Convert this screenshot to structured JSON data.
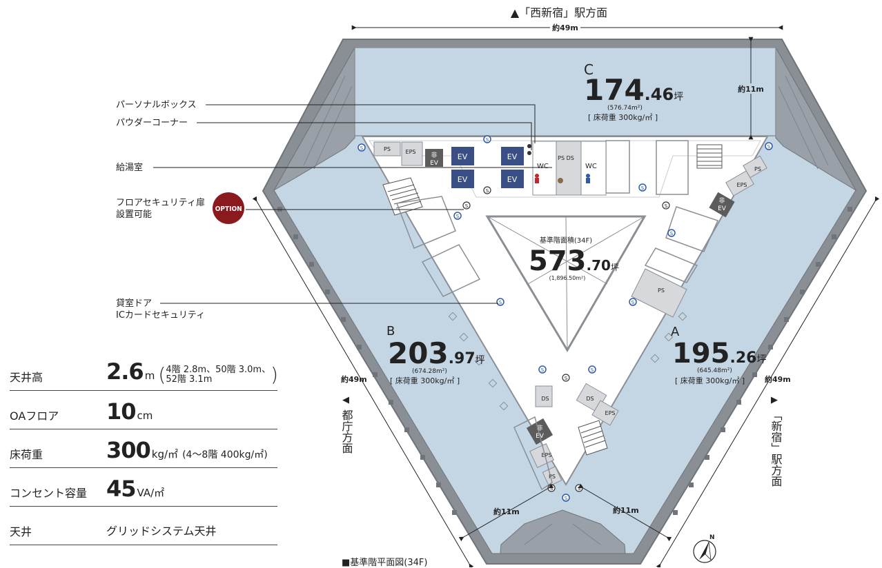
{
  "directions": {
    "top": "▲「西新宿」駅方面",
    "left_arrow": "◀",
    "left": "都庁方面",
    "right_arrow": "▶",
    "right": "「新宿」駅方面"
  },
  "dimensions": {
    "top_width": "約49m",
    "left_width": "約49m",
    "right_width": "約49m",
    "c_depth": "約11m",
    "b_depth": "約11m",
    "a_depth": "約11m"
  },
  "callouts": {
    "personal_box": "パーソナルボックス",
    "powder_corner": "パウダーコーナー",
    "kitchen": "給湯室",
    "security_door_line1": "フロアセキュリティ扉",
    "security_door_line2": "設置可能",
    "option_badge": "OPTION",
    "rental_door_line1": "貸室ドア",
    "rental_door_line2": "ICカードセキュリティ"
  },
  "zones": {
    "c": {
      "letter": "C",
      "tsubo_int": "174",
      "tsubo_dec": ".46",
      "unit": "坪",
      "sqm": "(576.74m²)",
      "load": "[ 床荷重 300kg/㎡ ]"
    },
    "b": {
      "letter": "B",
      "tsubo_int": "203",
      "tsubo_dec": ".97",
      "unit": "坪",
      "sqm": "(674.28m²)",
      "load": "[ 床荷重 300kg/㎡ ]"
    },
    "a": {
      "letter": "A",
      "tsubo_int": "195",
      "tsubo_dec": ".26",
      "unit": "坪",
      "sqm": "(645.48m²)",
      "load": "[ 床荷重 300kg/㎡ ]"
    },
    "total": {
      "label": "基準階面積(34F)",
      "tsubo_int": "573",
      "tsubo_dec": ".70",
      "unit": "坪",
      "sqm": "(1,896.50m²)"
    }
  },
  "core_labels": {
    "ev": "EV",
    "emergency_ev_1": "非",
    "emergency_ev_2": "EV",
    "ps": "PS",
    "eps": "EPS",
    "ds": "DS",
    "ps_ds": "PS DS",
    "wc": "WC",
    "s": "S"
  },
  "specs": {
    "ceiling_height": {
      "label": "天井高",
      "value": "2.6",
      "unit": "m",
      "paren_open": "(",
      "note_line1": "4階 2.8m、50階 3.0m、",
      "note_line2": "52階 3.1m",
      "paren_close": ")"
    },
    "oa_floor": {
      "label": "OAフロア",
      "value": "10",
      "unit": "cm"
    },
    "floor_load": {
      "label": "床荷重",
      "value": "300",
      "unit": "kg/㎡",
      "note": "(4〜8階 400kg/㎡)"
    },
    "outlet": {
      "label": "コンセント容量",
      "value": "45",
      "unit": "VA/㎡"
    },
    "ceiling": {
      "label": "天井",
      "value": "グリッドシステム天井"
    }
  },
  "caption": "■基準階平面図(34F)",
  "north": "N",
  "colors": {
    "floor_fill": "#c4d5e3",
    "wall": "#8a8f96",
    "core_fill": "#ffffff",
    "ev_fill": "#3a4f86",
    "emergency_ev_fill": "#5c5c5c",
    "option_badge": "#8b1a1f",
    "security_icon": "#2f5aa8"
  }
}
